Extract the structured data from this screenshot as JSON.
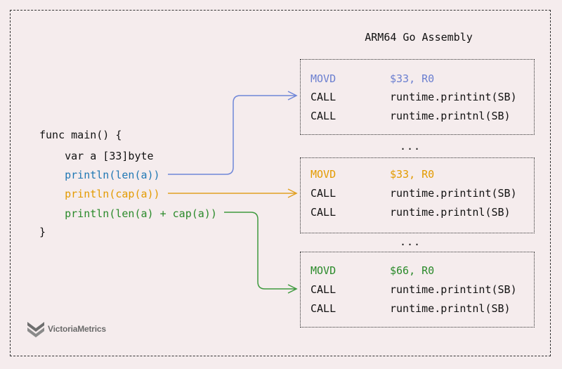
{
  "title": "ARM64 Go Assembly",
  "code": {
    "lines": [
      "func main() {",
      "    var a [33]byte",
      "    println(len(a))",
      "    println(cap(a))",
      "    println(len(a) + cap(a))",
      "}"
    ]
  },
  "colors": {
    "blue": "#1f77b4",
    "blue_asm": "#6b7fd0",
    "orange": "#e39b00",
    "green": "#2a8a2a",
    "arrow_blue": "#6f86d8",
    "arrow_orange": "#e2a021",
    "arrow_green": "#3f9a3f"
  },
  "asm_blocks": [
    {
      "rows": [
        {
          "op": "MOVD",
          "arg": "$33, R0"
        },
        {
          "op": "CALL",
          "arg": "runtime.printint(SB)"
        },
        {
          "op": "CALL",
          "arg": "runtime.printnl(SB)"
        }
      ]
    },
    {
      "rows": [
        {
          "op": "MOVD",
          "arg": "$33, R0"
        },
        {
          "op": "CALL",
          "arg": "runtime.printint(SB)"
        },
        {
          "op": "CALL",
          "arg": "runtime.printnl(SB)"
        }
      ]
    },
    {
      "rows": [
        {
          "op": "MOVD",
          "arg": "$66, R0"
        },
        {
          "op": "CALL",
          "arg": "runtime.printint(SB)"
        },
        {
          "op": "CALL",
          "arg": "runtime.printnl(SB)"
        }
      ]
    }
  ],
  "ellipsis": "...",
  "logo": {
    "text": "VictoriaMetrics",
    "icon": "victoriametrics-logo-icon"
  }
}
